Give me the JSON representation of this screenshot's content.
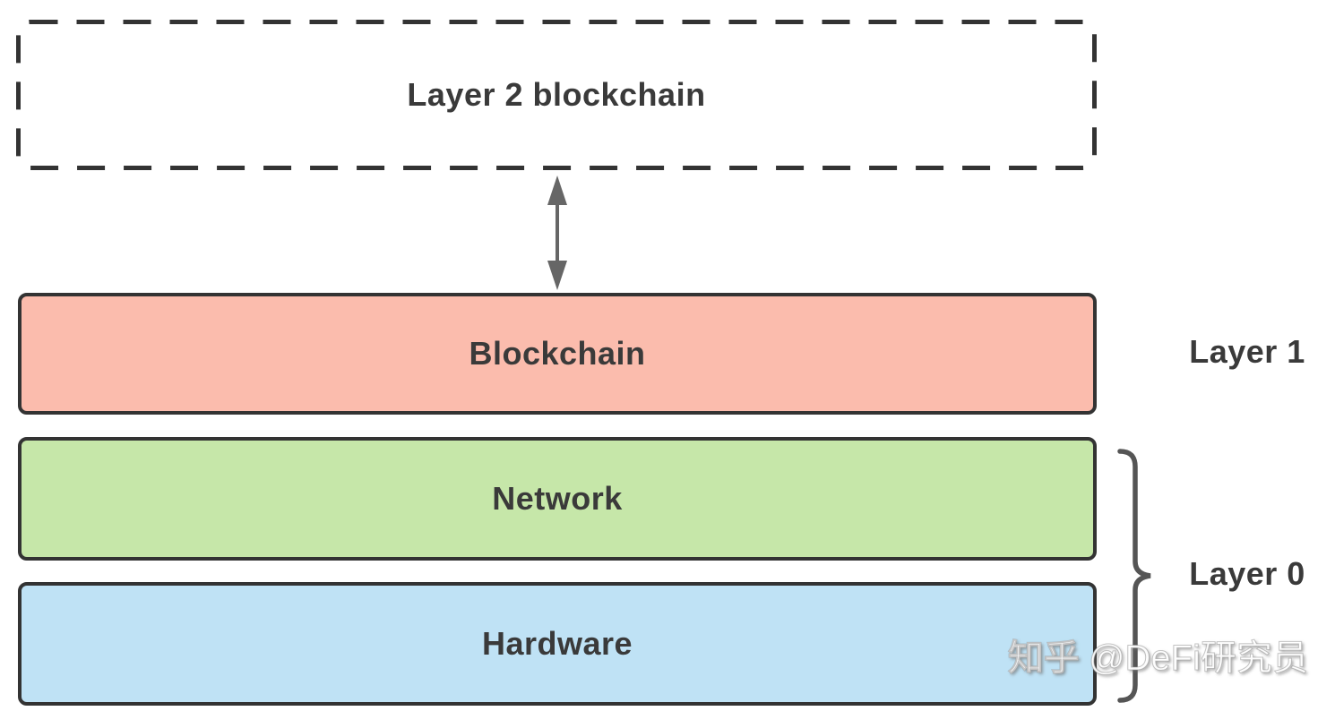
{
  "diagram": {
    "layer2_box": {
      "label": "Layer 2 blockchain"
    },
    "stack": [
      {
        "id": "blockchain",
        "label": "Blockchain",
        "fill": "#fbbcad"
      },
      {
        "id": "network",
        "label": "Network",
        "fill": "#c6e7a9"
      },
      {
        "id": "hardware",
        "label": "Hardware",
        "fill": "#bfe2f5"
      }
    ],
    "side_labels": {
      "layer1": "Layer 1",
      "layer0": "Layer 0"
    },
    "colors": {
      "border": "#333333",
      "text": "#3a3a3a",
      "arrow": "#666666",
      "brace": "#555555",
      "background": "#ffffff"
    },
    "icons": {
      "arrow": "double-headed-vertical-arrow",
      "brace": "right-curly-brace"
    }
  },
  "watermark": {
    "full": "知乎 @DeFi研究员",
    "prefix": "知乎",
    "handle": "@DeFi研究员"
  }
}
